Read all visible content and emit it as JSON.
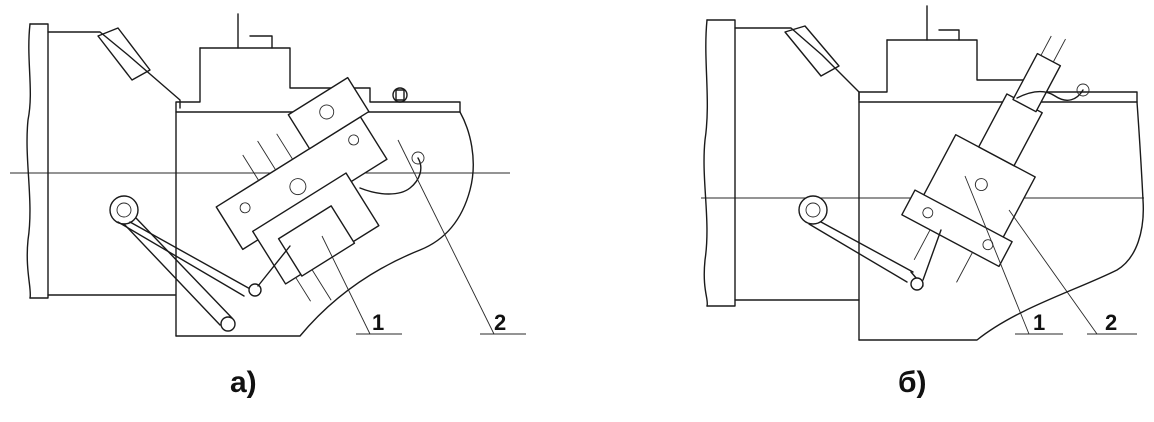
{
  "figure": {
    "panels": [
      {
        "id": "a",
        "caption": "а)",
        "callouts": [
          {
            "label": "1"
          },
          {
            "label": "2"
          }
        ]
      },
      {
        "id": "b",
        "caption": "б)",
        "callouts": [
          {
            "label": "1"
          },
          {
            "label": "2"
          }
        ]
      }
    ]
  }
}
